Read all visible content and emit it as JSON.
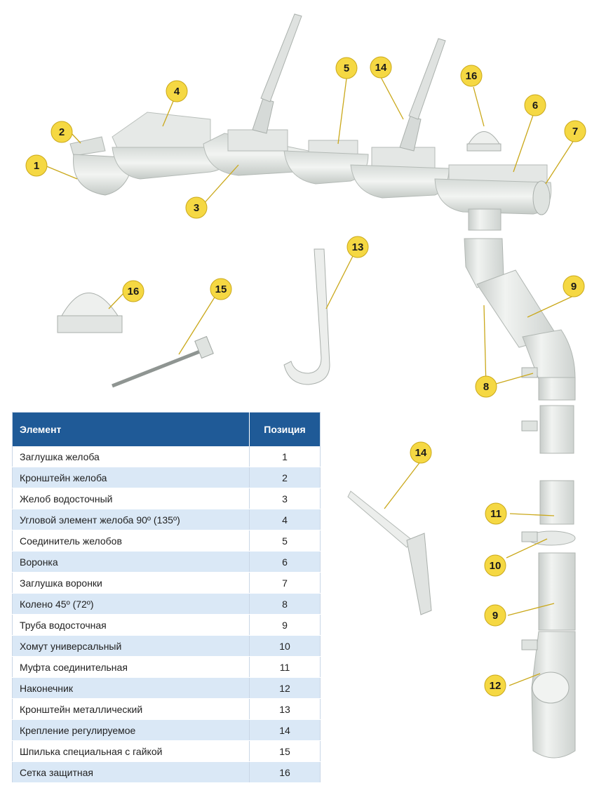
{
  "colors": {
    "callout_fill": "#f5d843",
    "callout_stroke": "#caa81a",
    "part_fill": "#e9ebe9",
    "part_shade": "#c9cfcc",
    "table_header": "#1f5a97",
    "table_row_alt": "#dae8f6"
  },
  "callouts": [
    "1",
    "2",
    "3",
    "4",
    "5",
    "14",
    "16",
    "6",
    "7",
    "13",
    "9",
    "16",
    "15",
    "8",
    "14",
    "11",
    "10",
    "9",
    "12"
  ],
  "table": {
    "headers": {
      "element": "Элемент",
      "position": "Позиция"
    },
    "rows": [
      {
        "element": "Заглушка желоба",
        "position": "1"
      },
      {
        "element": "Кронштейн желоба",
        "position": "2"
      },
      {
        "element": "Желоб водосточный",
        "position": "3"
      },
      {
        "element": "Угловой элемент желоба 90º (135º)",
        "position": "4"
      },
      {
        "element": "Соединитель желобов",
        "position": "5"
      },
      {
        "element": "Воронка",
        "position": "6"
      },
      {
        "element": "Заглушка воронки",
        "position": "7"
      },
      {
        "element": "Колено 45º (72º)",
        "position": "8"
      },
      {
        "element": "Труба водосточная",
        "position": "9"
      },
      {
        "element": "Хомут универсальный",
        "position": "10"
      },
      {
        "element": "Муфта соединительная",
        "position": "11"
      },
      {
        "element": "Наконечник",
        "position": "12"
      },
      {
        "element": "Кронштейн металлический",
        "position": "13"
      },
      {
        "element": "Крепление регулируемое",
        "position": "14"
      },
      {
        "element": "Шпилька специальная с гайкой",
        "position": "15"
      },
      {
        "element": "Сетка защитная",
        "position": "16"
      }
    ]
  }
}
